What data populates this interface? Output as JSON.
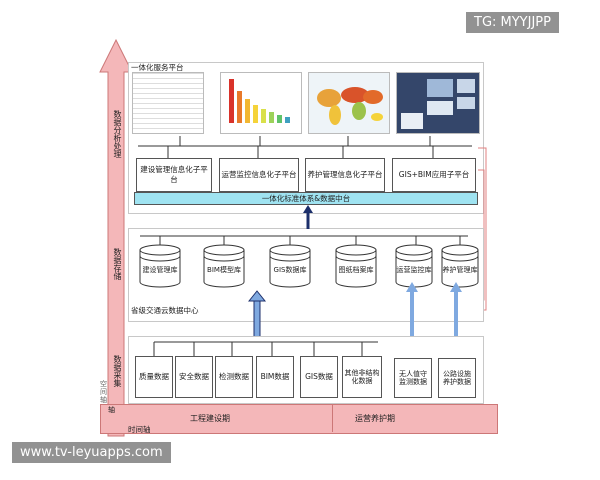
{
  "watermarks": {
    "top": "TG: MYYJJPP",
    "bottom": "www.tv-leyuapps.com"
  },
  "axis": {
    "vertical_label": "空间轴",
    "horizontal_label": "时间轴",
    "tier_labels": [
      "数据分析处理",
      "数据存储",
      "数据采集"
    ]
  },
  "top_panel": {
    "title": "一体化服务平台",
    "subplatforms": [
      "建设管理信息化子平台",
      "运营监控信息化子平台",
      "养护管理信息化子平台",
      "GIS+BIM应用子平台"
    ],
    "middleware": "一体化标准体系&数据中台"
  },
  "storage_panel": {
    "title": "省级交通云数据中心",
    "databases": [
      "建设管理库",
      "BIM模型库",
      "GIS数据库",
      "图纸档案库",
      "运营监控库",
      "养护管理库"
    ]
  },
  "collection": {
    "construction_items": [
      "质量数据",
      "安全数据",
      "检测数据",
      "BIM数据",
      "GIS数据",
      "其他非结构化数据"
    ],
    "operation_items": [
      "无人值守监测数据",
      "公路设施养护数据"
    ]
  },
  "phases": [
    "工程建设期",
    "运营养护期"
  ],
  "colors": {
    "arrow_red": "#f4b7b9",
    "cyan": "#9fe3f1",
    "blue_arrow": "#7fa9e0"
  }
}
